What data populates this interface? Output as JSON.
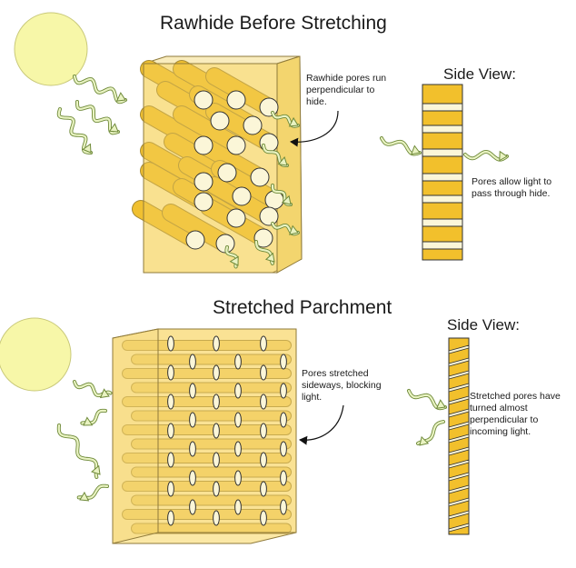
{
  "top": {
    "title": "Rawhide Before Stretching",
    "pores_note": "Rawhide pores run perpendicular to hide.",
    "side_view_title": "Side View:",
    "side_note": "Pores allow light to pass through hide."
  },
  "bottom": {
    "title": "Stretched Parchment",
    "pores_note": "Pores stretched sideways, blocking light.",
    "side_view_title": "Side View:",
    "side_note": "Stretched pores have turned almost perpendicular to incoming light."
  },
  "colors": {
    "sun": "#f7f7a8",
    "hide": "#f7d567",
    "hide_dark": "#f0c030",
    "light_ray": "#c8dc8a",
    "bar": "#f2c02c",
    "pore": "#fbf6d8"
  }
}
